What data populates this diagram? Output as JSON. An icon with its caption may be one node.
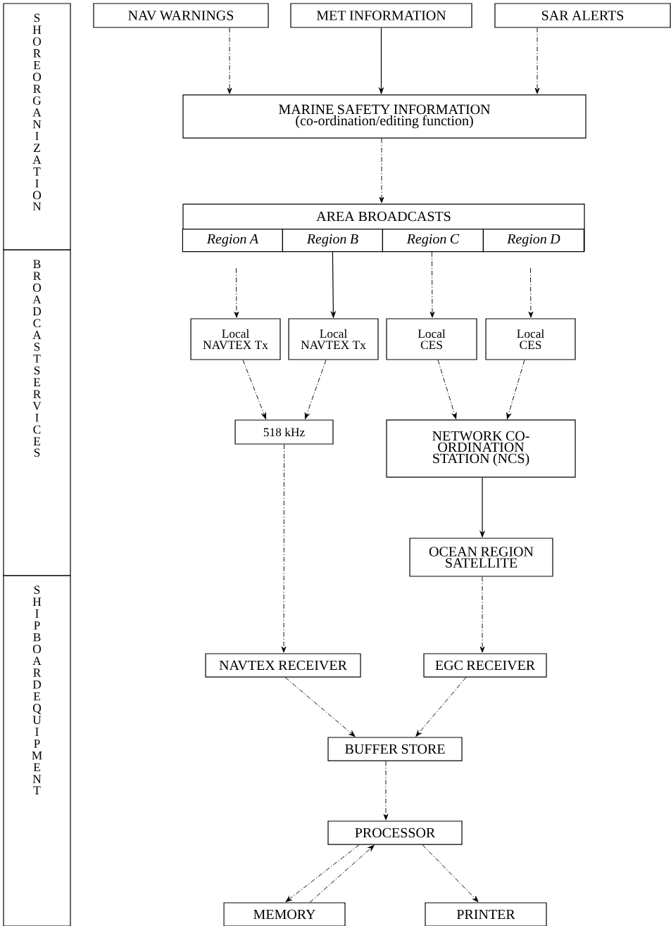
{
  "diagram": {
    "nodes": [
      {
        "text": [
          "SHORE ORGANIZATION"
        ]
      },
      {
        "text": [
          "BROADCAST SERVICES"
        ]
      },
      {
        "text": [
          "SHIPBOARD EQUIPMENT"
        ]
      },
      {
        "text": [
          "NAV WARNINGS"
        ]
      },
      {
        "text": [
          "MET INFORMATION"
        ]
      },
      {
        "text": [
          "SAR ALERTS"
        ]
      },
      {
        "text": [
          "MARINE SAFETY INFORMATION",
          "(co-ordination/editing function)"
        ]
      },
      {
        "text": [
          "AREA BROADCASTS"
        ]
      },
      {
        "text": [
          "Region A"
        ],
        "in": 7
      },
      {
        "text": [
          "Region B"
        ],
        "in": 7
      },
      {
        "text": [
          "Region C"
        ],
        "in": 7
      },
      {
        "text": [
          "Region D"
        ],
        "in": 7
      },
      {
        "text": [
          "Local NAVTEX Tx"
        ]
      },
      {
        "text": [
          "Local NAVTEX Tx"
        ]
      },
      {
        "text": [
          "Local CES"
        ]
      },
      {
        "text": [
          "Local CES"
        ]
      },
      {
        "text": [
          "518 kHz"
        ]
      },
      {
        "text": [
          "NETWORK CO-ORDINATION STATION (NCS)"
        ]
      },
      {
        "text": [
          "OCEAN REGION SATELLITE"
        ]
      },
      {
        "text": [
          "NAVTEX RECEIVER"
        ]
      },
      {
        "text": [
          "EGC RECEIVER"
        ]
      },
      {
        "text": [
          "BUFFER STORE"
        ]
      },
      {
        "text": [
          "PROCESSOR"
        ]
      },
      {
        "text": [
          "MEMORY"
        ]
      },
      {
        "text": [
          "PRINTER"
        ]
      }
    ],
    "edges": [
      {
        "from": 3,
        "to": 6,
        "arrow": "to",
        "style": "dashed"
      },
      {
        "from": 4,
        "to": 6,
        "arrow": "to"
      },
      {
        "from": 5,
        "to": 6,
        "arrow": "to",
        "style": "dashed"
      },
      {
        "from": 6,
        "to": 7,
        "arrow": "to",
        "style": "dashed"
      },
      {
        "from": 8,
        "to": 12,
        "arrow": "to",
        "style": "dashed"
      },
      {
        "from": 9,
        "to": 13,
        "arrow": "to"
      },
      {
        "from": 10,
        "to": 14,
        "arrow": "to",
        "style": "dashed"
      },
      {
        "from": 11,
        "to": 15,
        "arrow": "to",
        "style": "dashed"
      },
      {
        "from": 12,
        "to": 16,
        "arrow": "to",
        "style": "dashed"
      },
      {
        "from": 13,
        "to": 16,
        "arrow": "to",
        "style": "dashed"
      },
      {
        "from": 14,
        "to": 17,
        "arrow": "to",
        "style": "dashed"
      },
      {
        "from": 15,
        "to": 17,
        "arrow": "to",
        "style": "dashed"
      },
      {
        "from": 17,
        "to": 18,
        "arrow": "to"
      },
      {
        "from": 16,
        "to": 19,
        "arrow": "to",
        "style": "dashed"
      },
      {
        "from": 18,
        "to": 20,
        "arrow": "to",
        "style": "dashed"
      },
      {
        "from": 19,
        "to": 21,
        "arrow": "to",
        "style": "dashed"
      },
      {
        "from": 20,
        "to": 21,
        "arrow": "to",
        "style": "dashed"
      },
      {
        "from": 21,
        "to": 22,
        "arrow": "to",
        "style": "dashed"
      },
      {
        "from": 22,
        "to": 23,
        "arrow": "to",
        "style": "dashed"
      },
      {
        "from": 23,
        "to": 22,
        "arrow": "to",
        "style": "dashed"
      },
      {
        "from": 22,
        "to": 24,
        "arrow": "to",
        "style": "dashed"
      }
    ]
  }
}
